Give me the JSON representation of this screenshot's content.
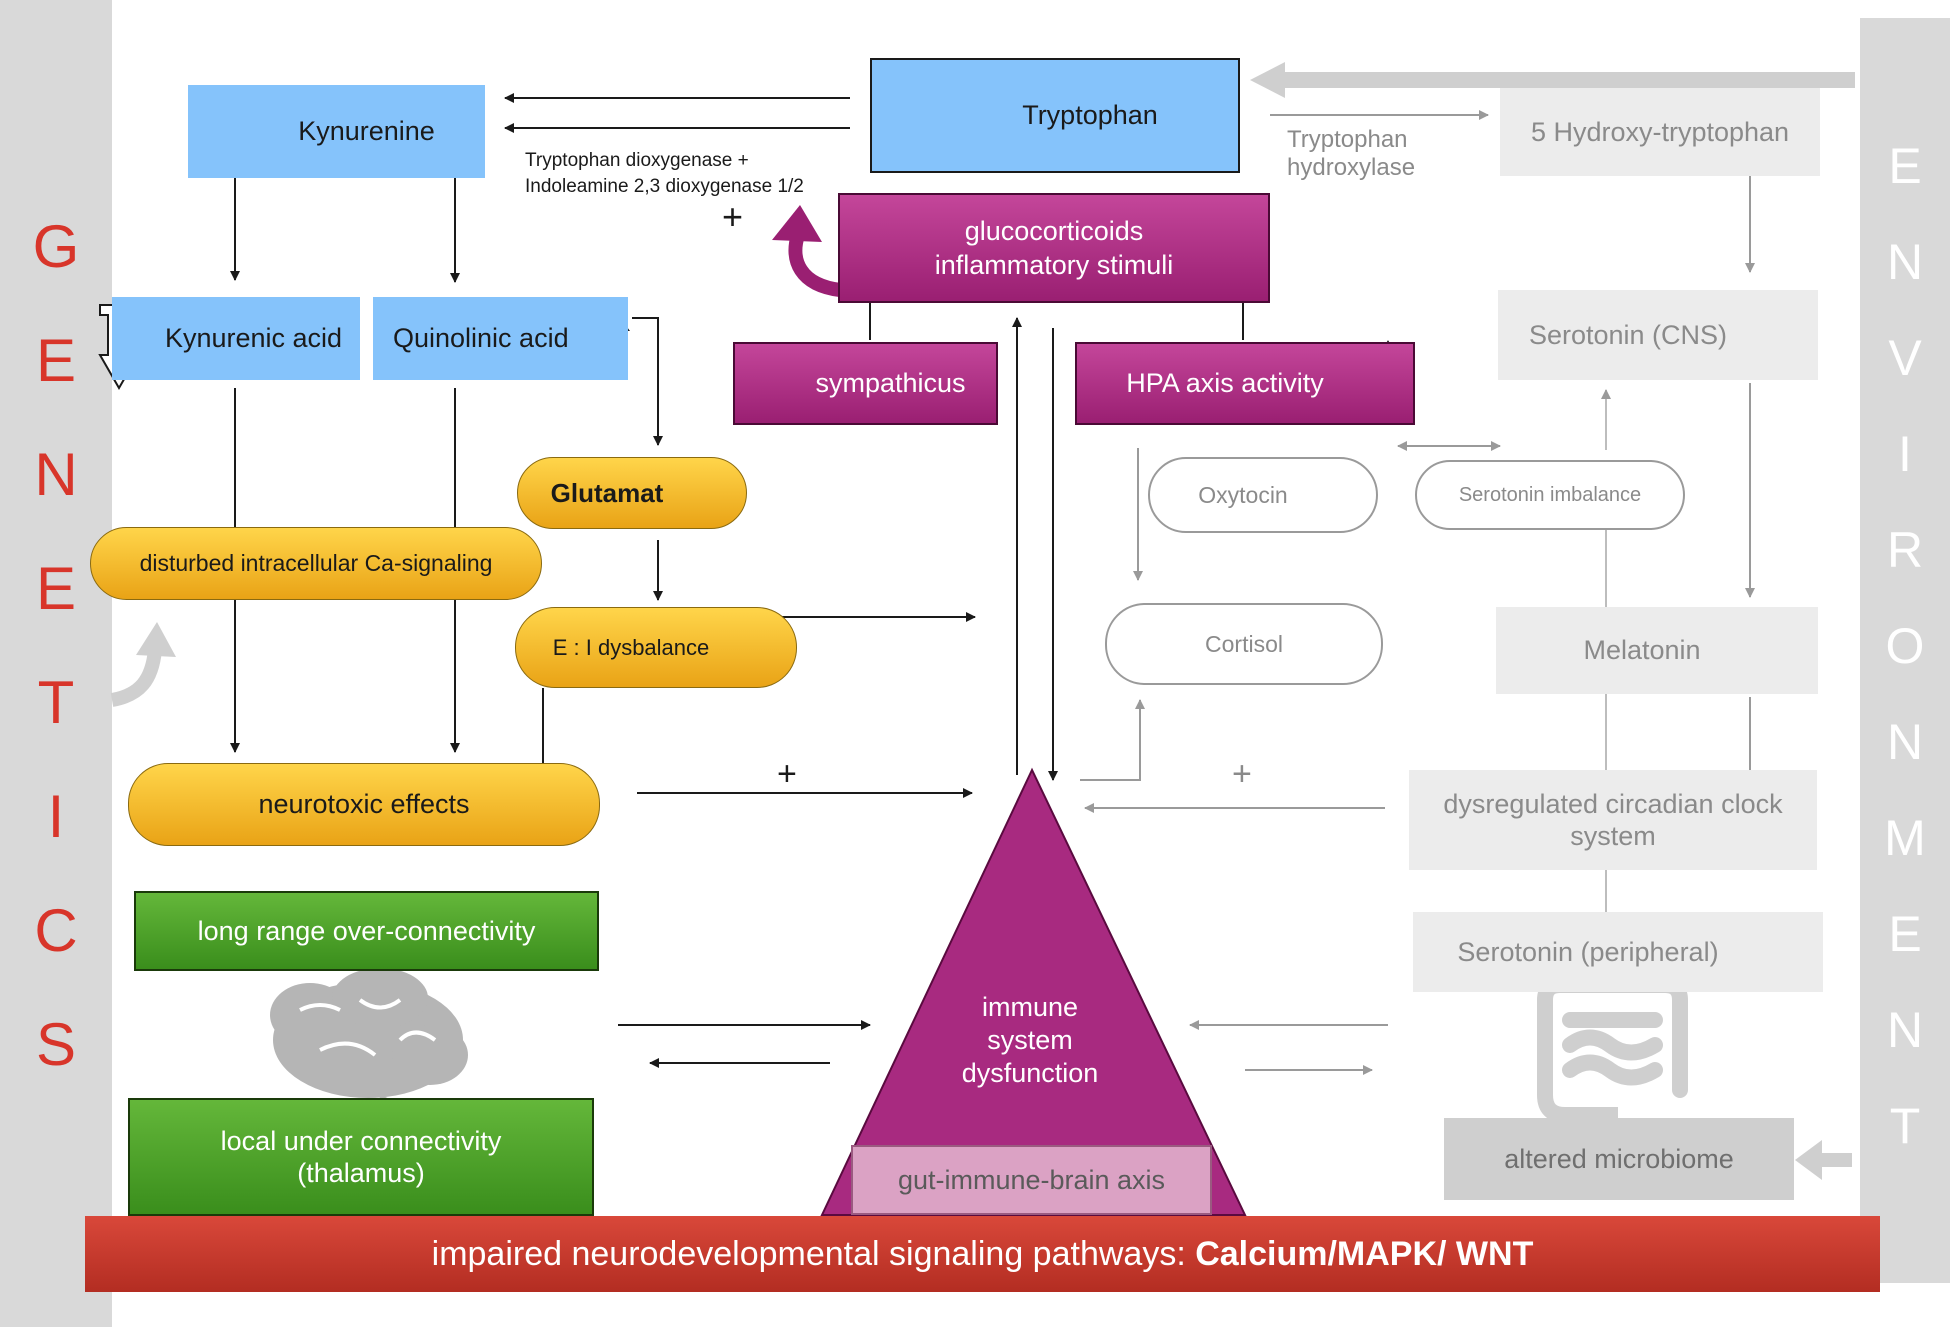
{
  "genetics_letters": [
    "G",
    "E",
    "N",
    "E",
    "T",
    "I",
    "C",
    "S"
  ],
  "environment_letters": [
    "E",
    "N",
    "V",
    "I",
    "R",
    "O",
    "N",
    "M",
    "E",
    "N",
    "T"
  ],
  "nodes": {
    "kynurenine": "Kynurenine",
    "tryptophan": "Tryptophan",
    "hydroxy_tryptophan": "5 Hydroxy-tryptophan",
    "tryptophan_hydroxylase": "Tryptophan hydroxylase",
    "enzyme_label": "Tryptophan dioxygenase + Indoleamine 2,3 dioxygenase 1/2",
    "glucocorticoids": "glucocorticoids inflammatory stimuli",
    "kynurenic_acid": "Kynurenic acid",
    "quinolinic_acid": "Quinolinic acid",
    "sympathicus": "sympathicus",
    "hpa_axis": "HPA axis activity",
    "serotonin_cns": "Serotonin (CNS)",
    "glutamat": "Glutamat",
    "oxytocin": "Oxytocin",
    "serotonin_imbalance": "Serotonin imbalance",
    "ca_signaling": "disturbed intracellular Ca-signaling",
    "ei_dysbalance": "E : I dysbalance",
    "cortisol": "Cortisol",
    "melatonin": "Melatonin",
    "neurotoxic": "neurotoxic effects",
    "circadian": "dysregulated circadian clock system",
    "over_connectivity": "long range over-connectivity",
    "serotonin_peripheral": "Serotonin (peripheral)",
    "immune": "immune system dysfunction",
    "under_connectivity": "local under connectivity (thalamus)",
    "microbiome": "altered microbiome",
    "gut_axis": "gut-immune-brain axis"
  },
  "plus_signs": [
    "+",
    "+",
    "+"
  ],
  "banner": {
    "prefix": "impaired neurodevelopmental signaling pathways: ",
    "bold": "Calcium/MAPK/ WNT"
  },
  "colors": {
    "genetics_red": "#d8352a",
    "blue_box": "#85c3fb",
    "magenta": "#b0307f",
    "orange": "#f5b82a",
    "green": "#4fa32a",
    "banner_red": "#c93a2b",
    "side_gray": "#d9d9d9"
  },
  "icons": [
    "up-arrow-icon",
    "down-arrow-icon",
    "brain-icon",
    "intestine-icon"
  ]
}
